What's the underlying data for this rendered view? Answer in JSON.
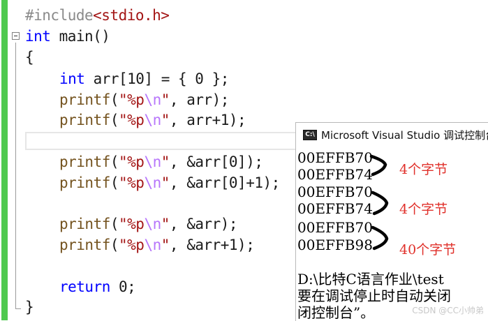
{
  "editor": {
    "lines": [
      {
        "id": "include",
        "parts": [
          {
            "t": "#include",
            "c": "pp"
          },
          {
            "t": "<stdio.h>",
            "c": "inc"
          }
        ]
      },
      {
        "id": "main-decl",
        "parts": [
          {
            "t": "int",
            "c": "kw"
          },
          {
            "t": " main()",
            "c": ""
          }
        ]
      },
      {
        "id": "open-brace",
        "parts": [
          {
            "t": "{",
            "c": ""
          }
        ]
      },
      {
        "id": "arr-decl",
        "parts": [
          {
            "t": "int",
            "c": "kw"
          },
          {
            "t": " arr[10] = { 0 };",
            "c": ""
          }
        ]
      },
      {
        "id": "printf-arr",
        "parts": [
          {
            "t": "printf",
            "c": "fn"
          },
          {
            "t": "(",
            "c": ""
          },
          {
            "t": "\"%p",
            "c": "str"
          },
          {
            "t": "\\n",
            "c": "esc"
          },
          {
            "t": "\"",
            "c": "str"
          },
          {
            "t": ", arr);",
            "c": ""
          }
        ]
      },
      {
        "id": "printf-arr-plus1",
        "parts": [
          {
            "t": "printf",
            "c": "fn"
          },
          {
            "t": "(",
            "c": ""
          },
          {
            "t": "\"%p",
            "c": "str"
          },
          {
            "t": "\\n",
            "c": "esc"
          },
          {
            "t": "\"",
            "c": "str"
          },
          {
            "t": ", arr+1);",
            "c": ""
          }
        ]
      },
      {
        "id": "printf-addr-arr0",
        "parts": [
          {
            "t": "printf",
            "c": "fn"
          },
          {
            "t": "(",
            "c": ""
          },
          {
            "t": "\"%p",
            "c": "str"
          },
          {
            "t": "\\n",
            "c": "esc"
          },
          {
            "t": "\"",
            "c": "str"
          },
          {
            "t": ", &arr[0]);",
            "c": ""
          }
        ]
      },
      {
        "id": "printf-addr-arr0-plus1",
        "parts": [
          {
            "t": "printf",
            "c": "fn"
          },
          {
            "t": "(",
            "c": ""
          },
          {
            "t": "\"%p",
            "c": "str"
          },
          {
            "t": "\\n",
            "c": "esc"
          },
          {
            "t": "\"",
            "c": "str"
          },
          {
            "t": ", &arr[0]+1);",
            "c": ""
          }
        ]
      },
      {
        "id": "printf-addr-arr",
        "parts": [
          {
            "t": "printf",
            "c": "fn"
          },
          {
            "t": "(",
            "c": ""
          },
          {
            "t": "\"%p",
            "c": "str"
          },
          {
            "t": "\\n",
            "c": "esc"
          },
          {
            "t": "\"",
            "c": "str"
          },
          {
            "t": ", &arr);",
            "c": ""
          }
        ]
      },
      {
        "id": "printf-addr-arr-plus1",
        "parts": [
          {
            "t": "printf",
            "c": "fn"
          },
          {
            "t": "(",
            "c": ""
          },
          {
            "t": "\"%p",
            "c": "str"
          },
          {
            "t": "\\n",
            "c": "esc"
          },
          {
            "t": "\"",
            "c": "str"
          },
          {
            "t": ", &arr+1);",
            "c": ""
          }
        ]
      },
      {
        "id": "return",
        "parts": [
          {
            "t": "return",
            "c": "kw"
          },
          {
            "t": " 0;",
            "c": ""
          }
        ]
      },
      {
        "id": "close-brace",
        "parts": [
          {
            "t": "}",
            "c": ""
          }
        ]
      }
    ]
  },
  "console": {
    "icon_text": "C:\\",
    "title": "Microsoft Visual Studio 调试控制台",
    "output": [
      "00EFFB70",
      "00EFFB74",
      "00EFFB70",
      "00EFFB74",
      "00EFFB70",
      "00EFFB98"
    ],
    "path_line": "D:\\比特C语言作业\\test",
    "msg_line1": "要在调试停止时自动关闭",
    "msg_line2": "闭控制台”。"
  },
  "annotations": [
    "4个字节",
    "4个字节",
    "40个字节"
  ],
  "watermark": "CSDN @CC小帅弟",
  "colors": {
    "gutter_green": "#4fc94f",
    "keyword": "#0000ff",
    "string": "#a31515",
    "escape": "#b776fb",
    "function": "#74531f",
    "annotation_red": "#e0302a"
  }
}
